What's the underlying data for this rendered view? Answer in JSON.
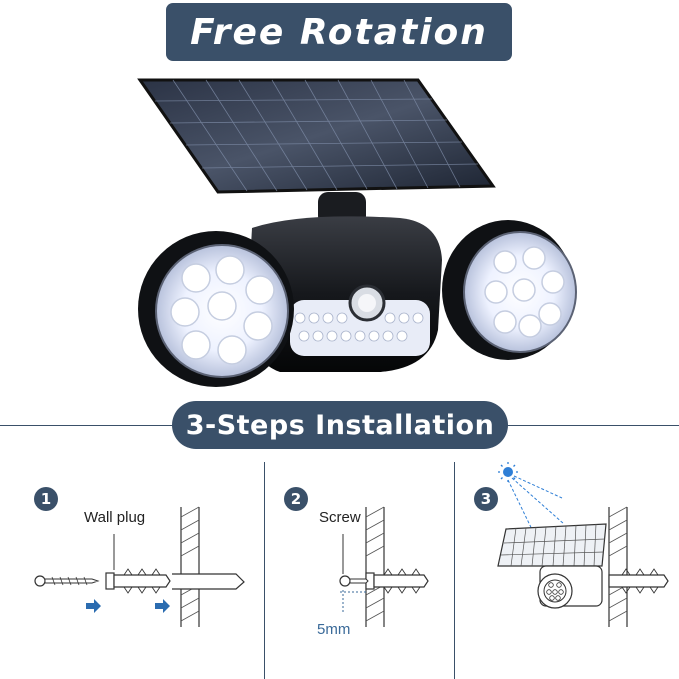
{
  "header": {
    "title": "Free Rotation"
  },
  "installation": {
    "title": "3-Steps Installation",
    "steps": [
      {
        "number": "1",
        "label": "Wall plug"
      },
      {
        "number": "2",
        "label": "Screw",
        "measure": "5mm"
      },
      {
        "number": "3"
      }
    ]
  },
  "colors": {
    "brand_navy": "#3a5069",
    "arrow_blue": "#2b6cb0",
    "sun_blue": "#2f7fd6"
  },
  "icons": [
    "sun-icon",
    "arrow-right-icon",
    "screw-icon",
    "wall-plug-icon",
    "solar-panel-icon",
    "light-head-icon"
  ]
}
